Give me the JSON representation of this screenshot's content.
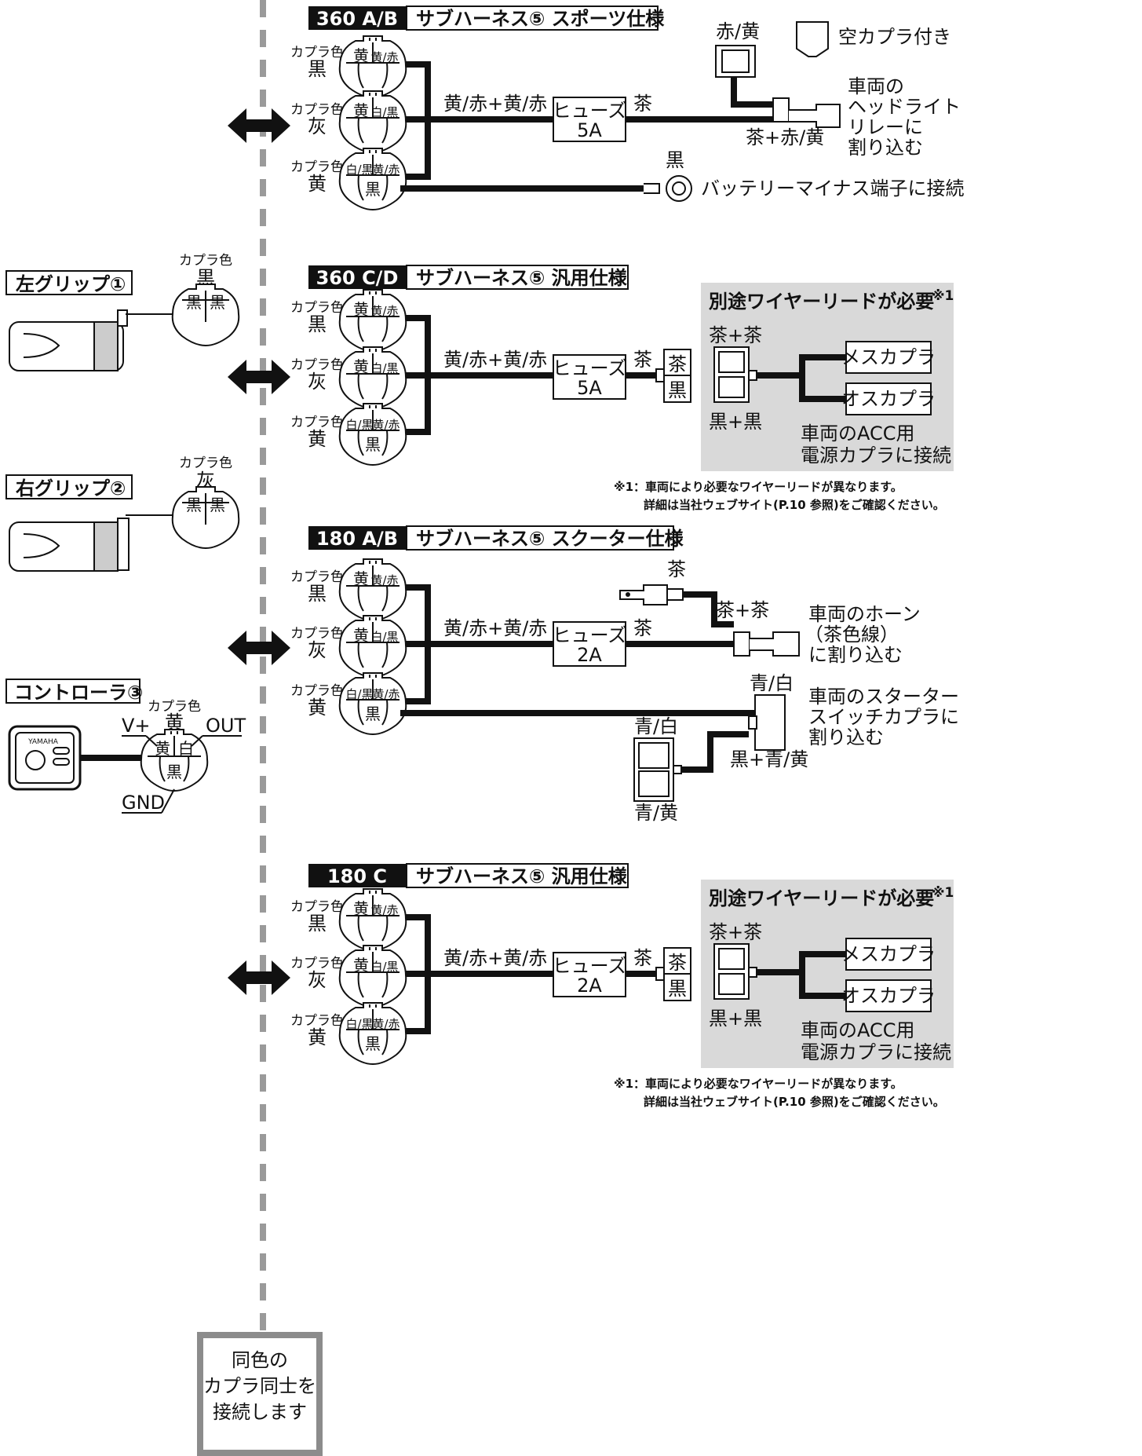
{
  "common": {
    "coupler_color": "カプラ色",
    "black": "黒",
    "gray": "灰",
    "yellow": "黄",
    "white": "白",
    "yellow_red": "黄/赤",
    "white_black": "白/黒",
    "fuse_label": "ヒューズ",
    "wire_yr": "黄/赤+黄/赤",
    "brown": "茶",
    "note_line1": "※1：車両により必要なワイヤーリードが異なります。",
    "note_line2": "詳細は当社ウェブサイト(P.10 参照)をご確認ください。"
  },
  "left_grip": {
    "title": "左グリップ①",
    "coupler_label": "カプラ色",
    "coupler_color": "黒",
    "pin1": "黒",
    "pin2": "黒"
  },
  "right_grip": {
    "title": "右グリップ②",
    "coupler_label": "カプラ色",
    "coupler_color": "灰",
    "pin1": "黒",
    "pin2": "黒"
  },
  "controller": {
    "title": "コントローラ③",
    "coupler_label": "カプラ色",
    "coupler_color": "黄",
    "v_plus": "V+",
    "out": "OUT",
    "gnd": "GND",
    "pin_yellow": "黄",
    "pin_white": "白",
    "pin_black": "黒",
    "logo": "YAMAHA"
  },
  "connect_note": {
    "line1": "同色の",
    "line2": "カプラ同士を",
    "line3": "接続します"
  },
  "section1": {
    "model": "360 A/B",
    "title": "サブハーネス⑤ スポーツ仕様",
    "fuse": "5A",
    "top_color": "赤/黄",
    "empty_coupler": "空カプラ付き",
    "splice_color": "茶+赤/黄",
    "vehicle1": "車両の",
    "vehicle2": "ヘッドライト",
    "vehicle3": "リレーに",
    "vehicle4": "割り込む",
    "ground_color": "黒",
    "battery": "バッテリーマイナス端子に接続"
  },
  "section2": {
    "model": "360 C/D",
    "title": "サブハーネス⑤ 汎用仕様",
    "fuse": "5A",
    "conn_brown": "茶",
    "conn_black": "黒",
    "panel_title": "別途ワイヤーリードが必要",
    "panel_sup": "※1",
    "bb": "茶+茶",
    "kk": "黒+黒",
    "female": "メスカプラ",
    "male": "オスカプラ",
    "acc1": "車両のACC用",
    "acc2": "電源カプラに接続"
  },
  "section3": {
    "model": "180 A/B",
    "title": "サブハーネス⑤ スクーター仕様",
    "fuse": "2A",
    "top_brown": "茶",
    "bb": "茶+茶",
    "horn1": "車両のホーン",
    "horn2": "（茶色線）",
    "horn3": "に割り込む",
    "blue_white": "青/白",
    "blue_white2": "青/白",
    "blue_yellow": "青/黄",
    "kby": "黒+青/黄",
    "starter1": "車両のスターター",
    "starter2": "スイッチカプラに",
    "starter3": "割り込む"
  },
  "section4": {
    "model": "180 C",
    "title": "サブハーネス⑤ 汎用仕様",
    "fuse": "2A",
    "conn_brown": "茶",
    "conn_black": "黒",
    "panel_title": "別途ワイヤーリードが必要",
    "panel_sup": "※1",
    "bb": "茶+茶",
    "kk": "黒+黒",
    "female": "メスカプラ",
    "male": "オスカプラ",
    "acc1": "車両のACC用",
    "acc2": "電源カプラに接続"
  }
}
